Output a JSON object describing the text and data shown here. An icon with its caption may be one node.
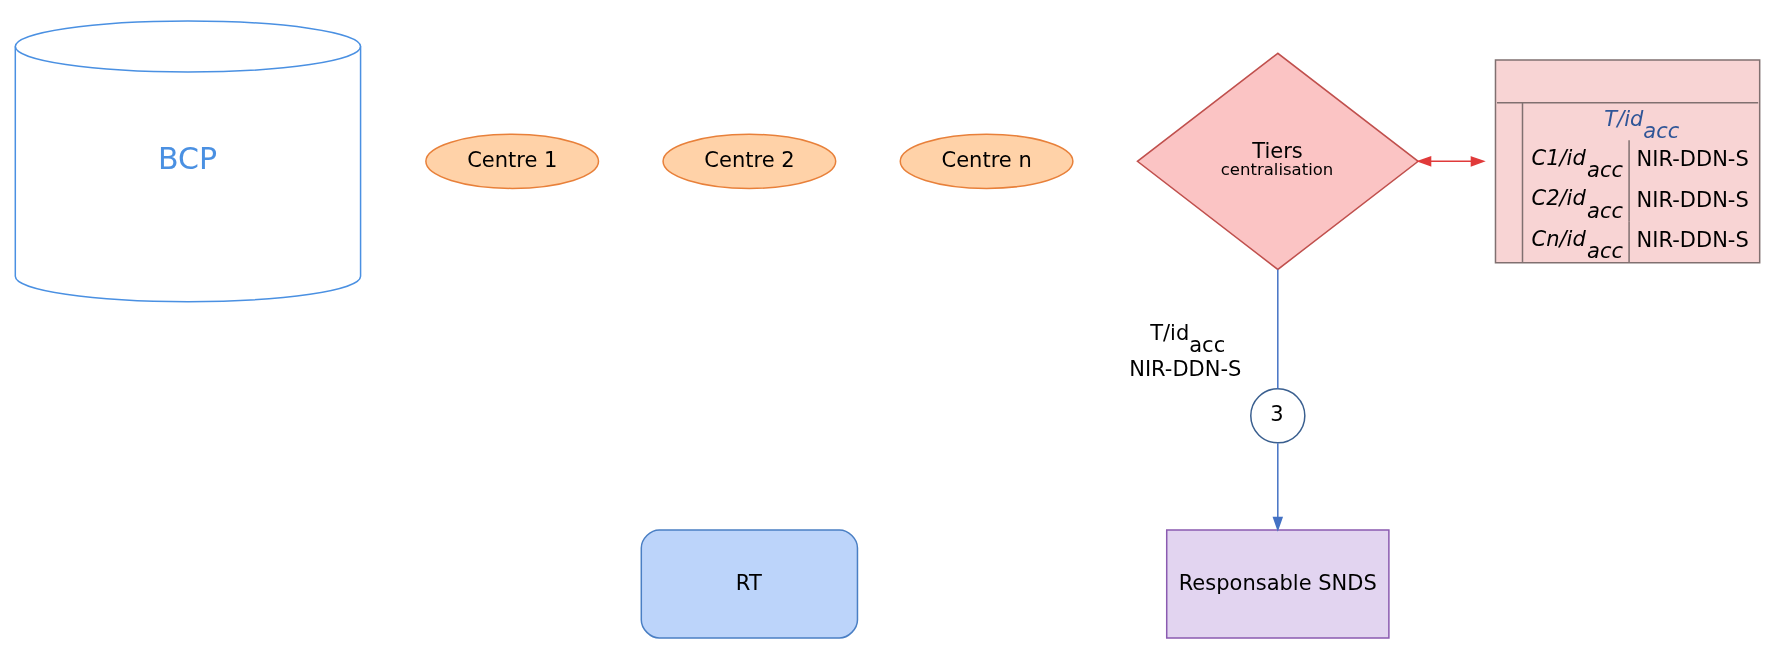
{
  "diagram": {
    "nodes": [
      {
        "text": [
          "BCP"
        ]
      },
      {
        "text": [
          "Centre 1"
        ]
      },
      {
        "text": [
          "Centre 2"
        ]
      },
      {
        "text": [
          "Centre n"
        ]
      },
      {
        "text": [
          "Tiers",
          "centralisation"
        ]
      },
      {
        "text": [
          "T/id$_{acc}$",
          "C1/id$_{acc}$",
          "NIR-DDN-S",
          "C2/id$_{acc}$",
          "NIR-DDN-S",
          "Cn/id$_{acc}$",
          "NIR-DDN-S"
        ]
      },
      {
        "text": [
          "3"
        ],
        "beside": [
          "T/id$_{acc}$",
          "NIR-DDN-S"
        ]
      },
      {
        "text": [
          "RT"
        ]
      },
      {
        "text": [
          "Responsable SNDS"
        ]
      }
    ],
    "edges": [
      {
        "from": 4,
        "to": 5,
        "arrow": "both",
        "color": "#e03a3a"
      },
      {
        "from": 4,
        "to": 6,
        "arrow": "none"
      },
      {
        "from": 6,
        "to": 8,
        "arrow": "to"
      }
    ]
  }
}
